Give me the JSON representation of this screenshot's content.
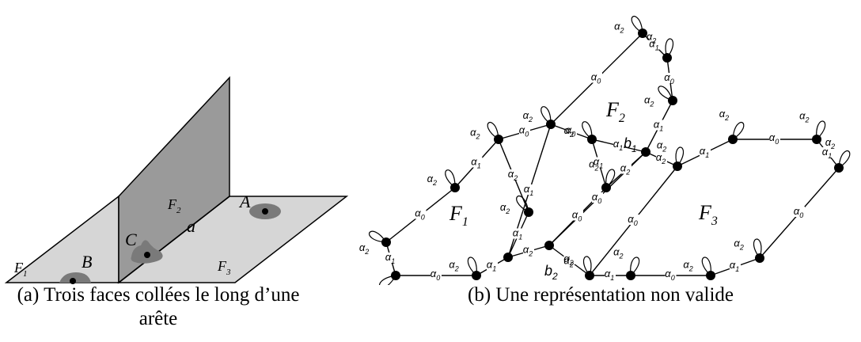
{
  "left_panel": {
    "caption": "(a) Trois faces collées le long d’une arête",
    "faces": {
      "f1": "F",
      "f1_sub": "1",
      "f2": "F",
      "f2_sub": "2",
      "f3": "F",
      "f3_sub": "3"
    },
    "points": {
      "a_point": "A",
      "b_point": "B",
      "c_point": "C"
    },
    "edge": "a"
  },
  "right_panel": {
    "caption": "(b) Une représentation non valide",
    "faces": {
      "f1": "F",
      "f1_sub": "1",
      "f2": "F",
      "f2_sub": "2",
      "f3": "F",
      "f3_sub": "3"
    },
    "darts": {
      "b1": "b",
      "b1_sub": "1",
      "b2": "b",
      "b2_sub": "2"
    },
    "alpha": "α",
    "alpha0_sub": "0",
    "alpha1_sub": "1",
    "alpha2_sub": "2"
  },
  "colors": {
    "plane_light": "#d6d6d6",
    "plane_dark": "#9a9a9a",
    "blob": "#7a7a7a",
    "ink": "#000000"
  }
}
